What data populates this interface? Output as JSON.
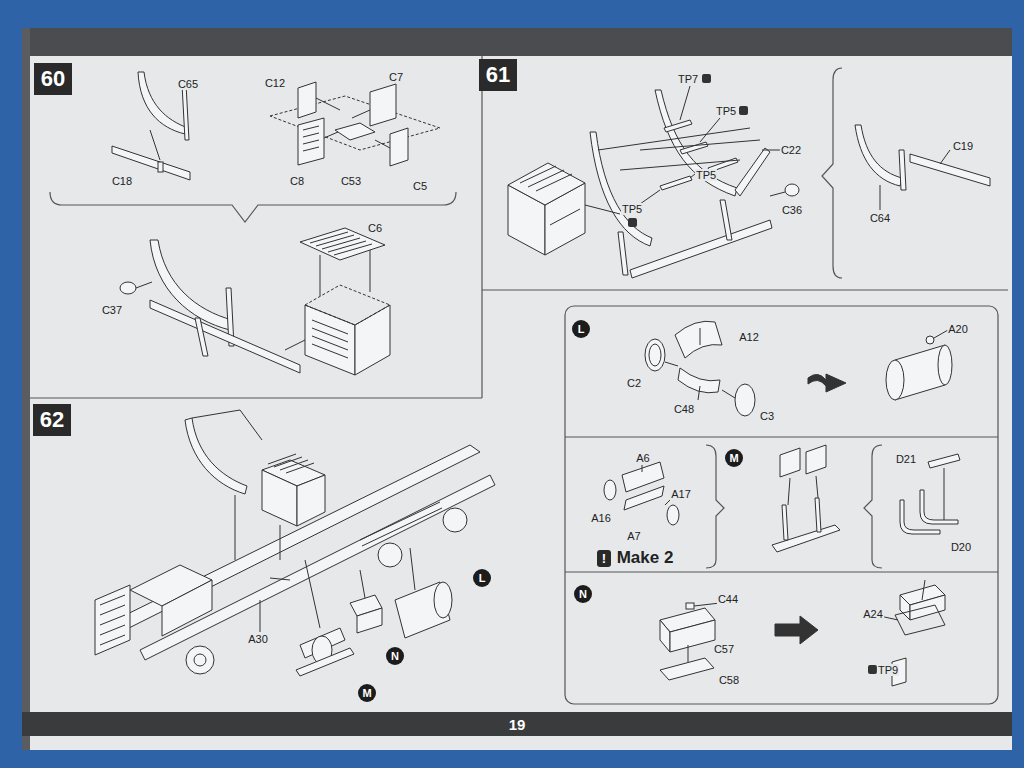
{
  "diagram": {
    "nodes": [
      {
        "text": [
          "60"
        ]
      },
      {
        "text": [
          "61"
        ]
      },
      {
        "text": [
          "L"
        ]
      },
      {
        "text": [
          "62"
        ]
      },
      {
        "text": [
          "M"
        ]
      },
      {
        "text": [
          "!"
        ]
      },
      {
        "text": [
          "N"
        ]
      },
      {
        "text": [
          "L"
        ]
      },
      {
        "text": [
          "N"
        ]
      },
      {
        "text": [
          "M"
        ]
      },
      {
        "text": [
          "19"
        ]
      }
    ],
    "labels": [
      "C65",
      "C18",
      "C12",
      "C7",
      "C8",
      "C53",
      "C5",
      "C6",
      "C37",
      "TP7",
      "TP5",
      "TP5",
      "TP5",
      "C22",
      "C36",
      "C19",
      "C64",
      "A12",
      "A20",
      "C2",
      "C48",
      "C3",
      "A6",
      "A17",
      "A16",
      "A7",
      "Make 2",
      "D21",
      "D20",
      "C44",
      "C57",
      "C58",
      "A24",
      "TP9",
      "A30"
    ]
  }
}
